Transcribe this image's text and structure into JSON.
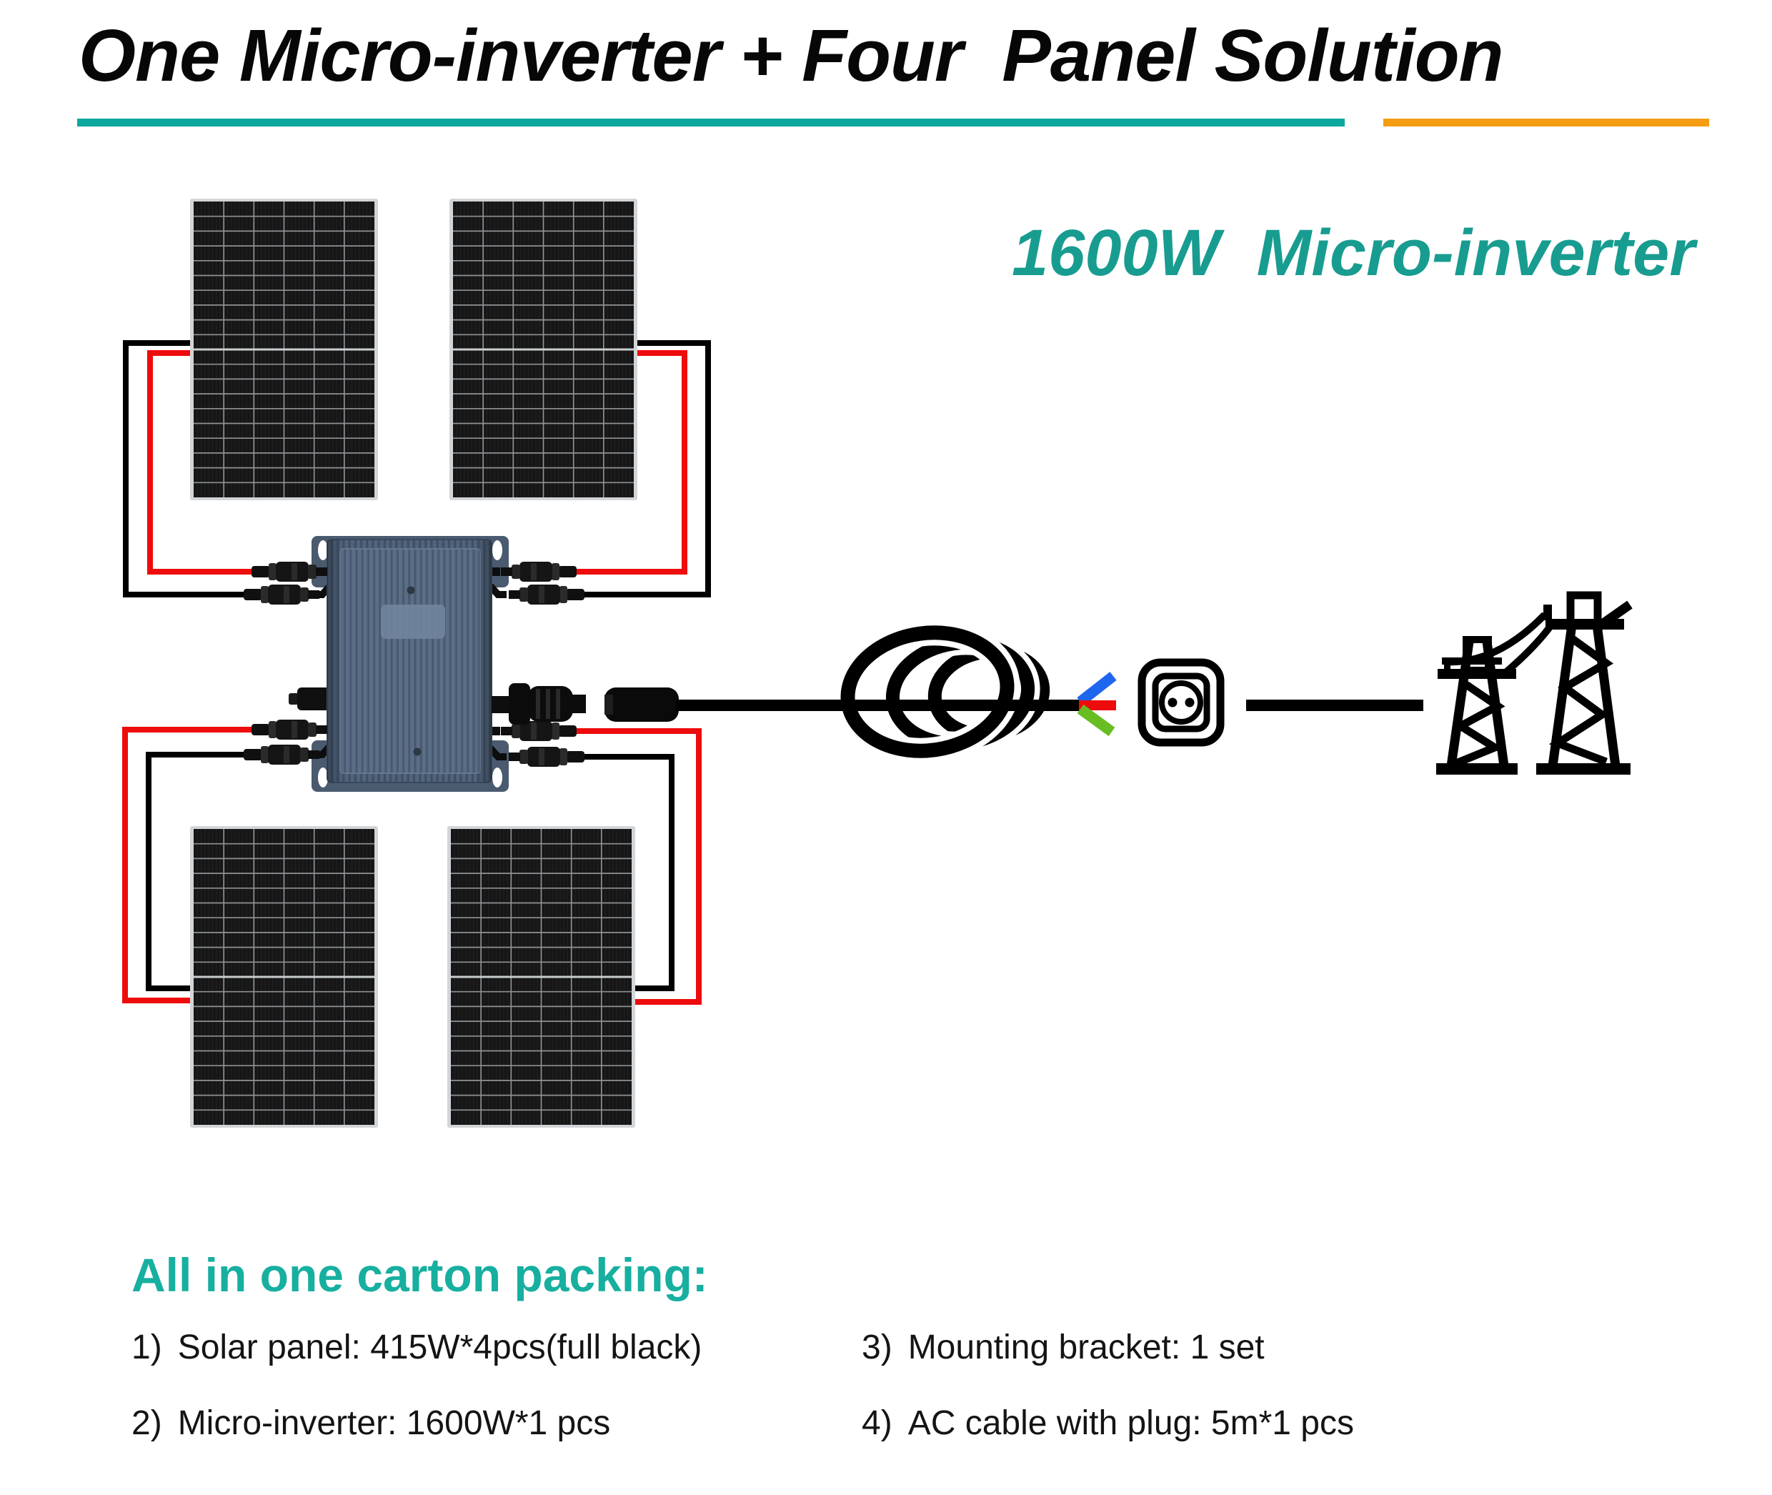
{
  "header": {
    "title": "One Micro-inverter + Four  Panel Solution",
    "rule_teal_color": "#0CA79D",
    "rule_orange_color": "#F49C12"
  },
  "diagram": {
    "subtitle": "1600W  Micro-inverter",
    "subtitle_color": "#189C90",
    "panel_count": 4,
    "wire_colors": {
      "positive": "#EE0B0B",
      "negative": "#000000"
    },
    "ac_wire_colors": {
      "live": "#1F66EE",
      "neutral": "#EE0B0B",
      "earth": "#67BD22"
    },
    "inverter_body_color": "#51647C",
    "panel_cell_color": "#161616"
  },
  "packing": {
    "heading": "All in one carton packing:",
    "heading_color": "#17AFA0",
    "items": [
      {
        "num": "1)",
        "text": "Solar panel: 415W*4pcs(full black)"
      },
      {
        "num": "2)",
        "text": "Micro-inverter: 1600W*1 pcs"
      },
      {
        "num": "3)",
        "text": "Mounting bracket: 1 set"
      },
      {
        "num": "4)",
        "text": "AC cable with plug: 5m*1 pcs"
      }
    ]
  }
}
